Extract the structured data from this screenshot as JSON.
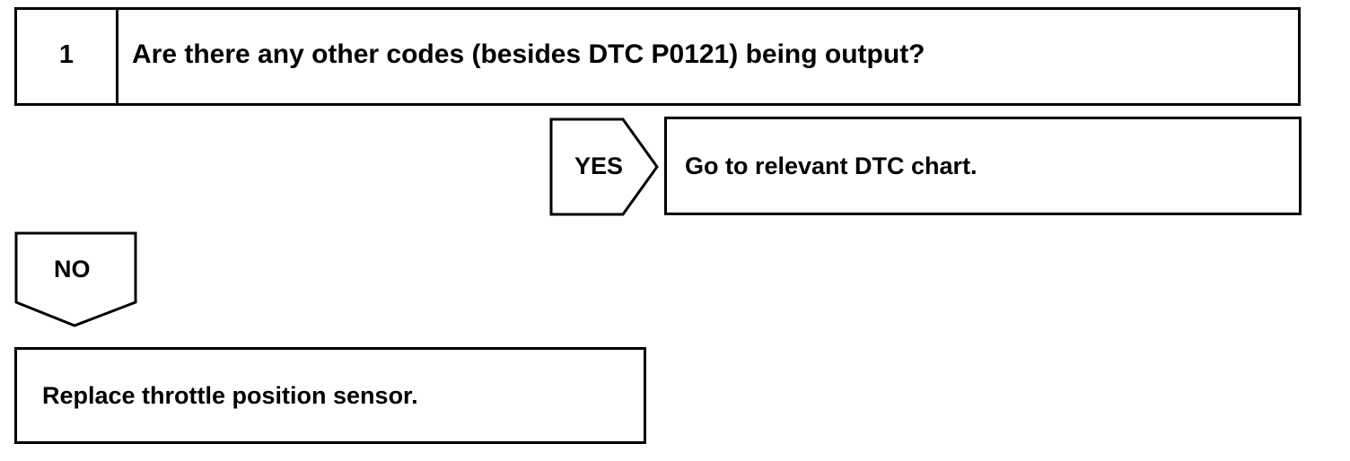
{
  "step": {
    "number": "1",
    "question": "Are there any other codes (besides DTC P0121) being output?"
  },
  "yes_branch": {
    "label": "YES",
    "action": "Go to relevant DTC chart."
  },
  "no_branch": {
    "label": "NO",
    "action": "Replace throttle position sensor."
  }
}
